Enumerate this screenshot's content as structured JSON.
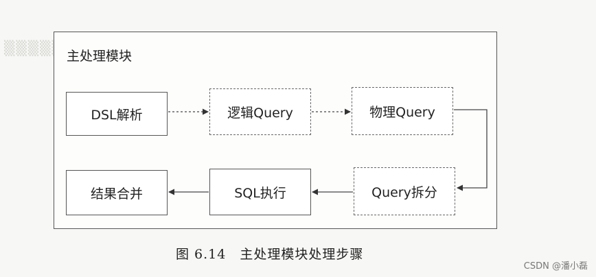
{
  "diagram": {
    "frame_title": "主处理模块",
    "boxes": {
      "dsl_parse": "DSL解析",
      "logical_query": "逻辑Query",
      "physical_query": "物理Query",
      "query_split": "Query拆分",
      "sql_exec": "SQL执行",
      "result_merge": "结果合并"
    }
  },
  "caption": "图 6.14　主处理模块处理步骤",
  "watermark": "CSDN @潘小磊"
}
